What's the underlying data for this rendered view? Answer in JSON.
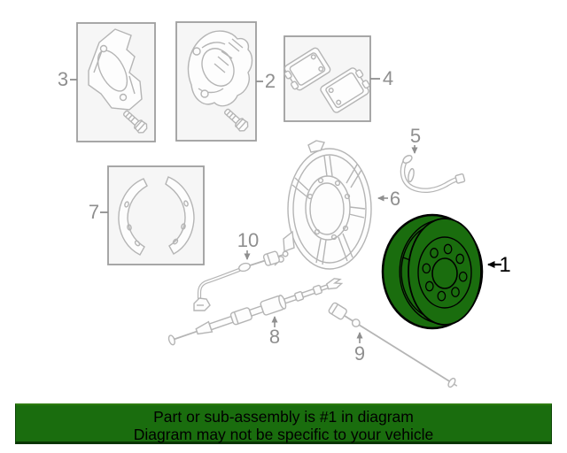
{
  "banner": {
    "line1": "Part or sub-assembly is #1 in diagram",
    "line2": "Diagram may not be specific to your vehicle",
    "background_color": "#1a6d0e",
    "text_color": "#000000"
  },
  "highlight": {
    "highlighted_part": "1",
    "highlight_color": "#1a6d0e",
    "outline_color": "#000000"
  },
  "callouts": {
    "c1": "1",
    "c2": "2",
    "c3": "3",
    "c4": "4",
    "c5": "5",
    "c6": "6",
    "c7": "7",
    "c8": "8",
    "c9": "9",
    "c10": "10"
  },
  "colors": {
    "line_art_gray": "#b5b5b5",
    "box_border_gray": "#9e9e9e",
    "box_fill": "#f6f6f6",
    "callout_gray": "#8f8f8f",
    "background": "#ffffff"
  }
}
